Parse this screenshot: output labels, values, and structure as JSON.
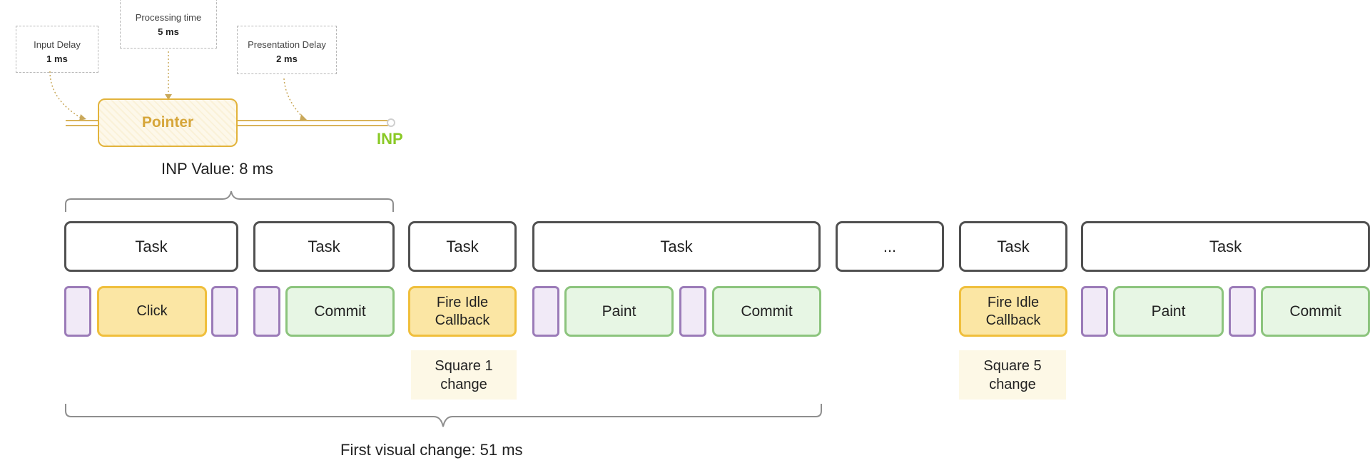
{
  "callouts": {
    "input_delay": {
      "label": "Input Delay",
      "value": "1 ms"
    },
    "processing_time": {
      "label": "Processing time",
      "value": "5 ms"
    },
    "presentation_delay": {
      "label": "Presentation Delay",
      "value": "2 ms"
    }
  },
  "pointer_label": "Pointer",
  "inp_label": "INP",
  "inp_value": "INP Value: 8 ms",
  "first_visual_change": "First visual change: 51 ms",
  "tasks": [
    "Task",
    "Task",
    "Task",
    "Task",
    "...",
    "Task",
    "Task"
  ],
  "work": {
    "click": "Click",
    "commit_1": "Commit",
    "fire_idle_1": "Fire Idle Callback",
    "paint_1": "Paint",
    "commit_2": "Commit",
    "fire_idle_2": "Fire Idle Callback",
    "paint_2": "Paint",
    "commit_3": "Commit"
  },
  "changes": [
    "Square 1 change",
    "Square 5 change"
  ],
  "colors": {
    "pointer": "#e2b33b",
    "inp": "#8ac926",
    "task_border": "#505050",
    "purple": "#9b7bb8",
    "yellow": "#f0bf3c",
    "green": "#8cc47d"
  }
}
